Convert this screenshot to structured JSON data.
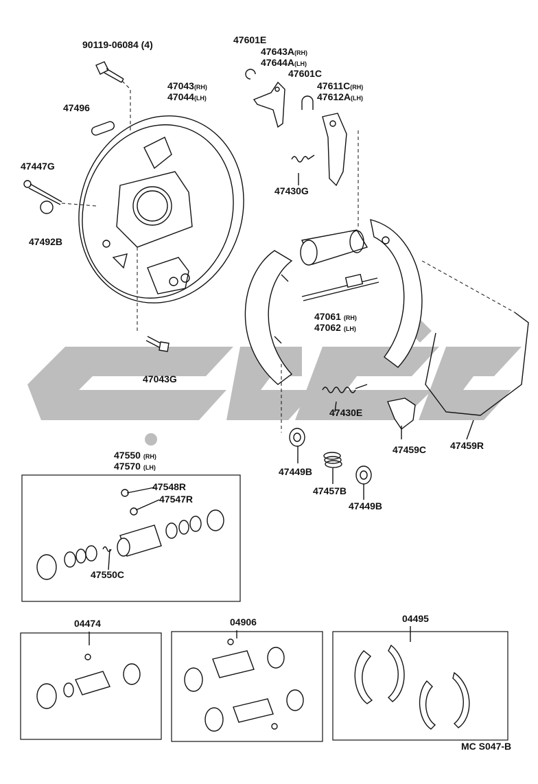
{
  "diagram_code": "MC S047-B",
  "labels": {
    "bolt": "90119-06084 (4)",
    "backing_plate_rh": "47043",
    "backing_plate_rh_sfx": "(RH)",
    "backing_plate_lh": "47044",
    "backing_plate_lh_sfx": "(LH)",
    "plug": "47496",
    "pin": "47447G",
    "cup": "47492B",
    "bleeder_bolt": "47043G",
    "c_washer_e": "47601E",
    "lever_rh": "47643A",
    "lever_rh_sfx": "(RH)",
    "lever_lh": "47644A",
    "lever_lh_sfx": "(LH)",
    "c_washer_c": "47601C",
    "lever2_rh": "47611C",
    "lever2_rh_sfx": "(RH)",
    "lever2_lh": "47612A",
    "lever2_lh_sfx": "(LH)",
    "spring_g": "47430G",
    "strut_rh": "47061",
    "strut_rh_sfx": "(RH)",
    "strut_lh": "47062",
    "strut_lh_sfx": "(LH)",
    "spring_e": "47430E",
    "clip": "47459C",
    "cable": "47459R",
    "cup_b1": "47449B",
    "spring_b": "47457B",
    "cup_b2": "47449B",
    "cyl_rh": "47550",
    "cyl_rh_sfx": "(RH)",
    "cyl_lh": "47570",
    "cyl_lh_sfx": "(LH)",
    "cap_r": "47548R",
    "plug_r": "47547R",
    "spring_c": "47550C",
    "kit1": "04474",
    "kit2": "04906",
    "kit3": "04495"
  }
}
